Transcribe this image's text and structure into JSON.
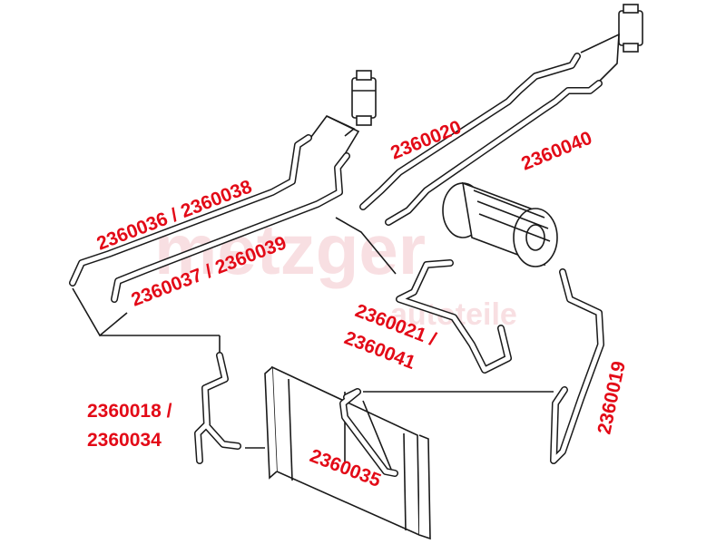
{
  "watermark": {
    "brand": "metzger",
    "tagline": "autoteile",
    "color": "#f4c6cb"
  },
  "label_color": "#e30a17",
  "labels": {
    "l1": "2360036 / 2360038",
    "l2": "2360037 / 2360039",
    "l3": "2360020",
    "l4": "2360040",
    "l5a": "2360021 /",
    "l5b": "2360041",
    "l6": "2360019",
    "l7a": "2360018 /",
    "l7b": "2360034",
    "l8": "2360035"
  }
}
